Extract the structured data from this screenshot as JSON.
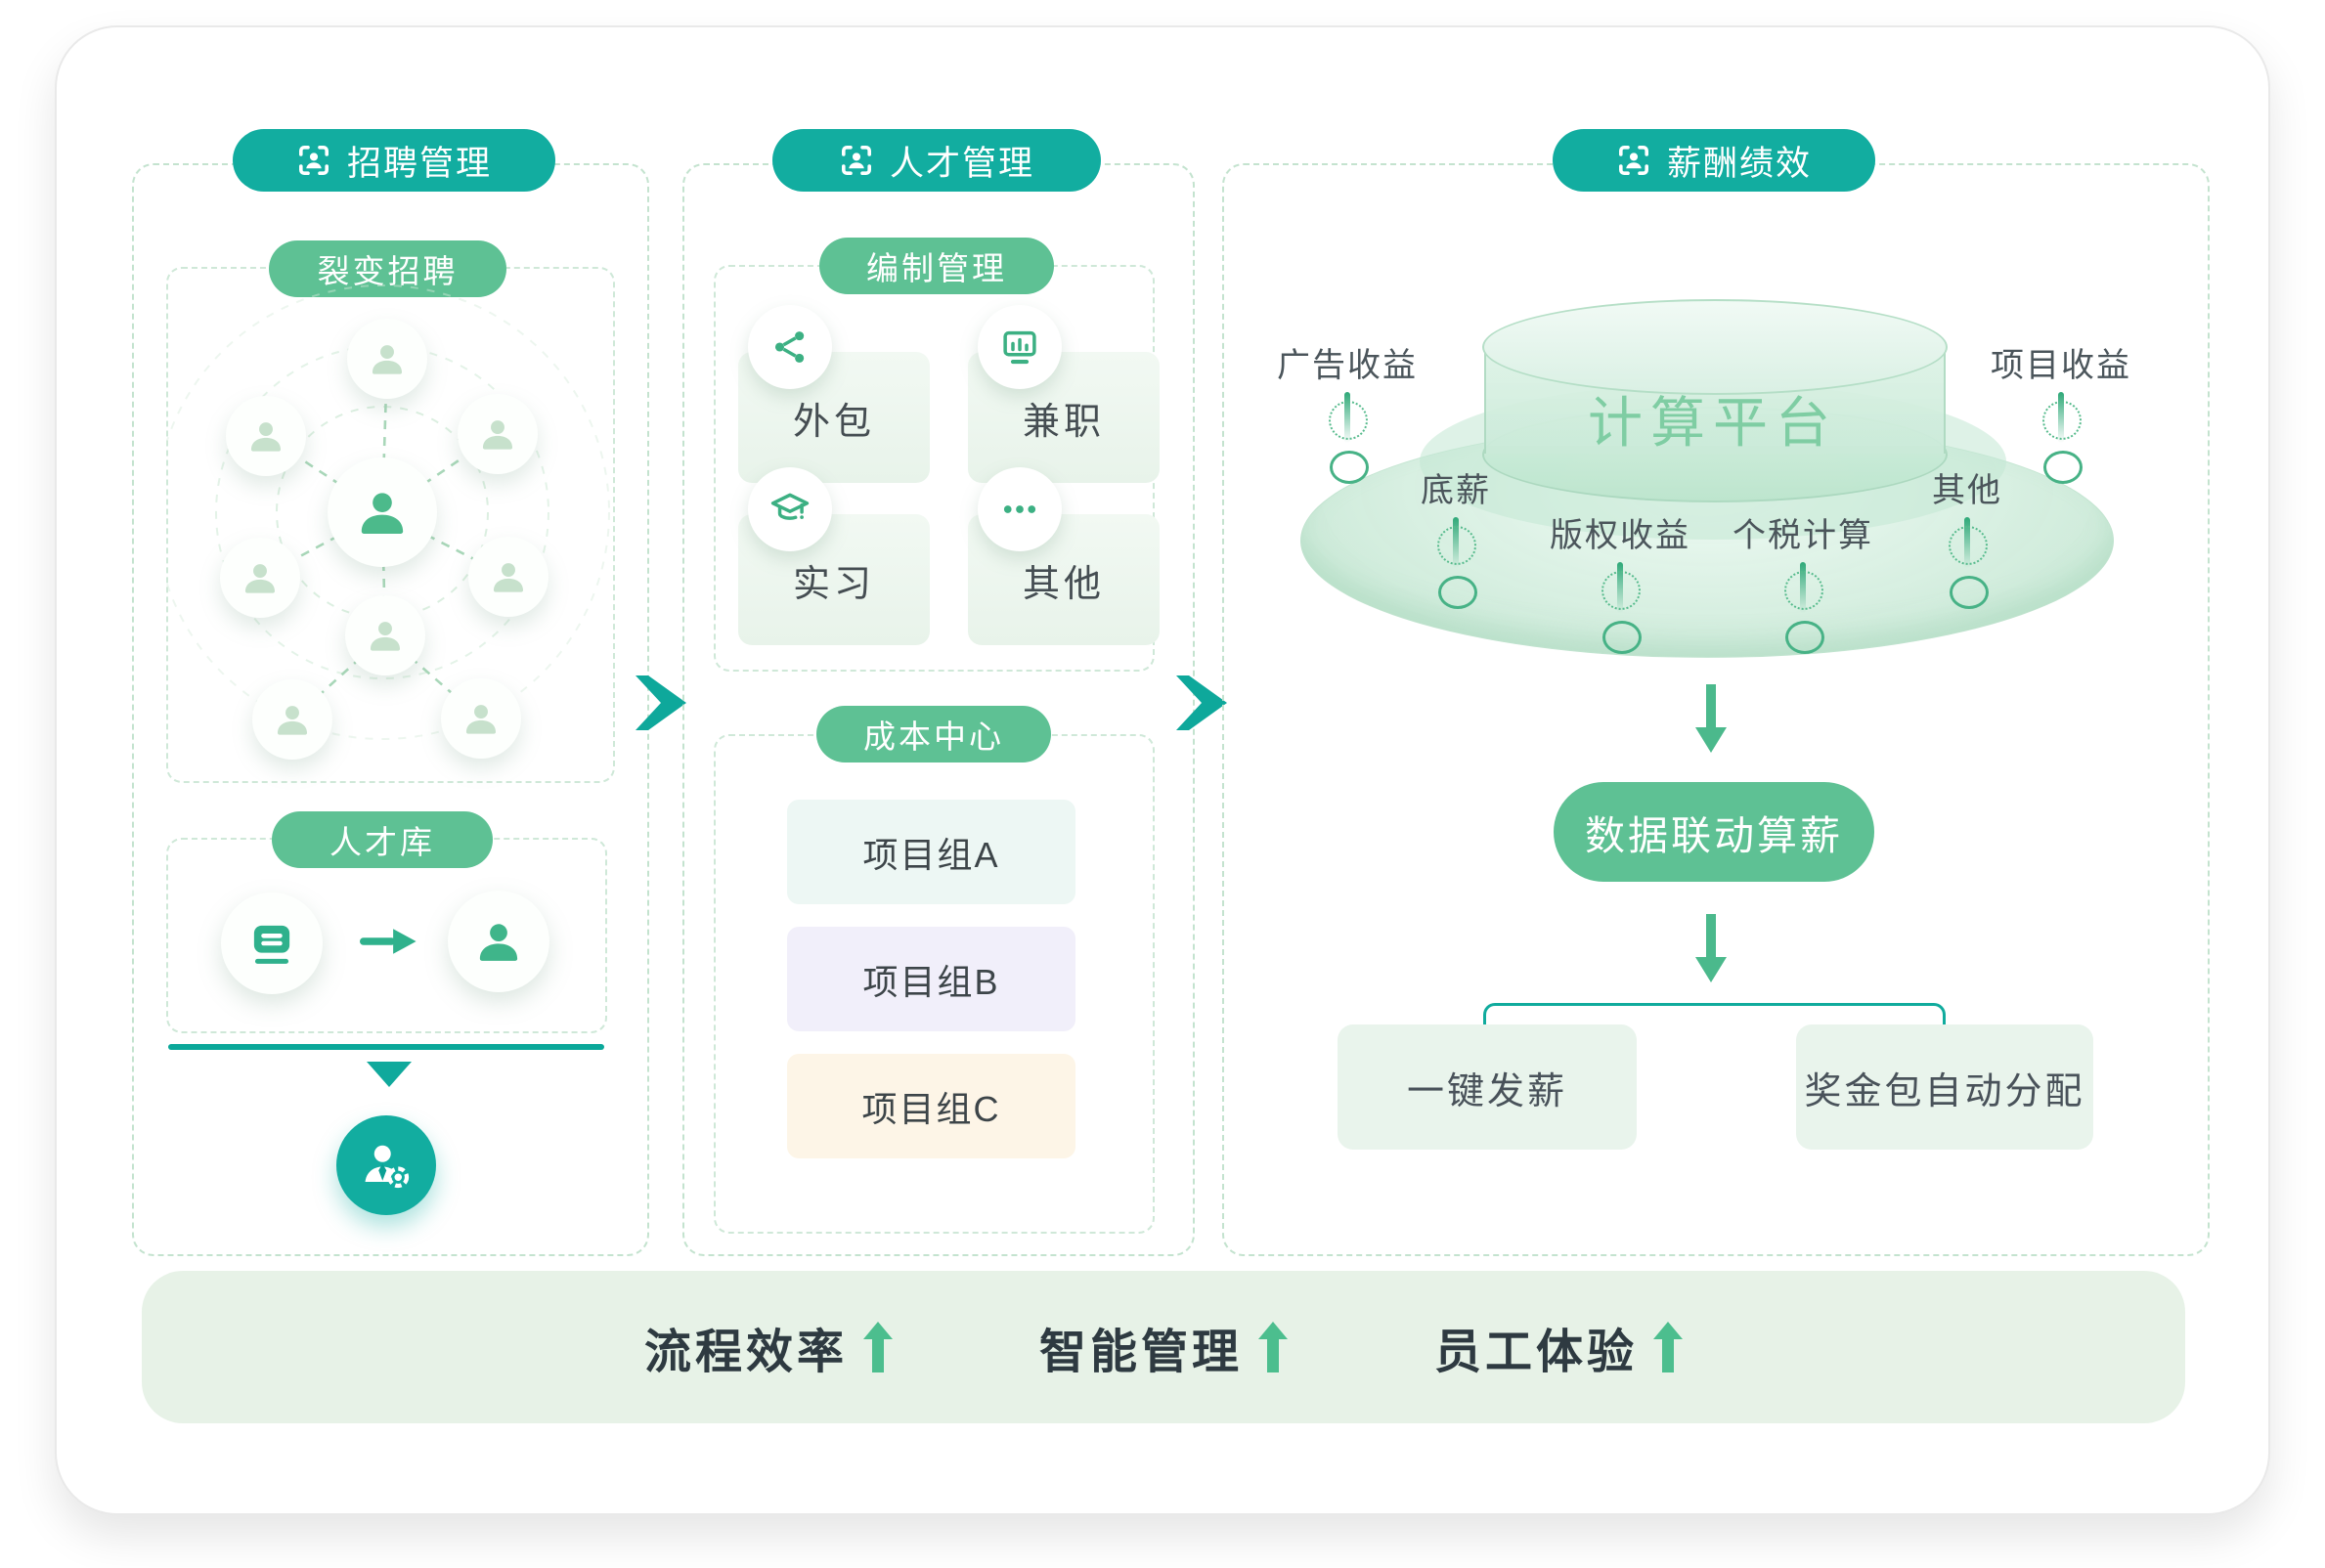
{
  "recruitment": {
    "title": "招聘管理",
    "fission": {
      "title": "裂变招聘"
    },
    "talent_pool": {
      "title": "人才库"
    }
  },
  "talent": {
    "title": "人才管理",
    "staffing": {
      "title": "编制管理",
      "cells": [
        {
          "label": "外包",
          "icon": "share-icon"
        },
        {
          "label": "兼职",
          "icon": "presentation-chart-icon"
        },
        {
          "label": "实习",
          "icon": "graduation-cap-icon"
        },
        {
          "label": "其他",
          "icon": "ellipsis-icon"
        }
      ]
    },
    "cost_center": {
      "title": "成本中心",
      "groups": [
        {
          "label": "项目组A"
        },
        {
          "label": "项目组B"
        },
        {
          "label": "项目组C"
        }
      ]
    }
  },
  "payroll": {
    "title": "薪酬绩效",
    "platform_label": "计算平台",
    "pins": [
      {
        "label": "广告收益"
      },
      {
        "label": "底薪"
      },
      {
        "label": "版权收益"
      },
      {
        "label": "个税计算"
      },
      {
        "label": "其他"
      },
      {
        "label": "项目收益"
      }
    ],
    "process_label": "数据联动算薪",
    "outputs": [
      {
        "label": "一键发薪"
      },
      {
        "label": "奖金包自动分配"
      }
    ]
  },
  "banner": {
    "items": [
      {
        "label": "流程效率"
      },
      {
        "label": "智能管理"
      },
      {
        "label": "员工体验"
      }
    ]
  },
  "icons": {
    "scan-person-icon": "person inside corner brackets",
    "share-icon": "three linked nodes",
    "presentation-chart-icon": "board with bars",
    "graduation-cap-icon": "graduation cap with tassel",
    "ellipsis-icon": "•••",
    "resume-icon": "id card with lines",
    "person-icon": "person silhouette",
    "person-gear-icon": "person with gear badge",
    "chevron-right-icon": "➤",
    "arrow-right-icon": "→",
    "arrow-down-icon": "↓",
    "arrow-up-icon": "↑",
    "triangle-down-icon": "▼"
  },
  "colors": {
    "teal": "#12ADA0",
    "green": "#5EC194",
    "accent_green": "#4CBA8B",
    "dashed_border": "#C4E3CF",
    "mint_box": "#EDF7F4",
    "lavender_box": "#F1EFFA",
    "cream_box": "#FDF5E7",
    "output_box": "#E9F4EC",
    "banner_bg": "#E7F2E7",
    "banner_text": "#2E3A41",
    "platform_text": "#7FCDA3"
  }
}
